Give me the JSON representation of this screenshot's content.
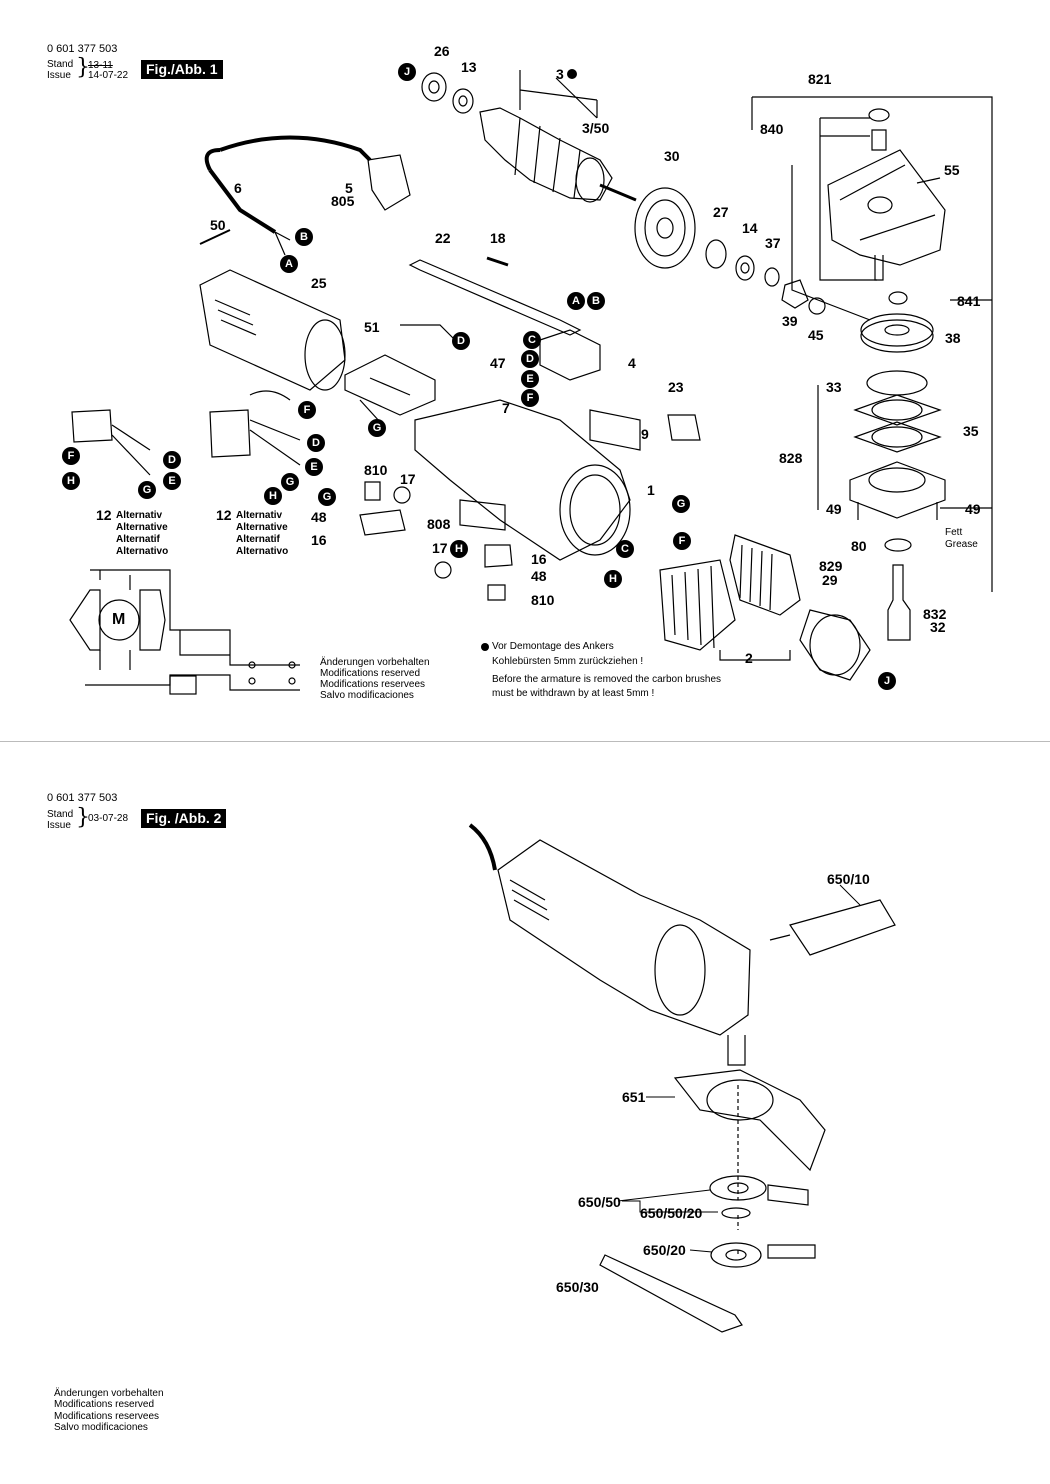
{
  "fig1": {
    "part_no": "0 601 377 503",
    "stand_label": "Stand",
    "issue_label": "Issue",
    "date_struck": "13-11",
    "date": "14-07-22",
    "title": "Fig./Abb. 1"
  },
  "fig2": {
    "part_no": "0 601 377 503",
    "stand_label": "Stand",
    "issue_label": "Issue",
    "date": "03-07-28",
    "title": "Fig. /Abb. 2"
  },
  "fig1_labels": [
    "26",
    "13",
    "3",
    "3/50",
    "821",
    "840",
    "55",
    "30",
    "27",
    "14",
    "37",
    "6",
    "5",
    "805",
    "50",
    "22",
    "18",
    "25",
    "51",
    "47",
    "4",
    "7",
    "23",
    "9",
    "1",
    "810",
    "17",
    "48",
    "16",
    "808",
    "39",
    "45",
    "841",
    "38",
    "33",
    "35",
    "828",
    "49",
    "49",
    "80",
    "829",
    "29",
    "832",
    "32",
    "2",
    "17",
    "16",
    "48",
    "810",
    "12",
    "12"
  ],
  "badges": [
    "J",
    "B",
    "A",
    "A",
    "B",
    "C",
    "D",
    "E",
    "F",
    "D",
    "F",
    "D",
    "E",
    "G",
    "H",
    "D",
    "E",
    "G",
    "H",
    "G",
    "H",
    "G",
    "F",
    "C",
    "H",
    "J"
  ],
  "alternativ_left": [
    "Alternativ",
    "Alternative",
    "Alternatif",
    "Alternativo"
  ],
  "alternativ_right": [
    "Alternativ",
    "Alternative",
    "Alternatif",
    "Alternativo"
  ],
  "motor_letter": "M",
  "fett": [
    "Fett",
    "Grease"
  ],
  "notes_center": [
    "Änderungen vorbehalten",
    "Modifications reserved",
    "Modifications reservees",
    "Salvo modificaciones"
  ],
  "armature_note": [
    "Vor Demontage des Ankers",
    "Kohlebürsten 5mm zurückziehen !",
    "Before the armature is removed the carbon brushes",
    "must be withdrawn by at least 5mm !"
  ],
  "fig2_labels": [
    "650/10",
    "651",
    "650/50",
    "650/50/20",
    "650/20",
    "650/30"
  ],
  "notes_bottom": [
    "Änderungen vorbehalten",
    "Modifications reserved",
    "Modifications reservees",
    "Salvo modificaciones"
  ]
}
